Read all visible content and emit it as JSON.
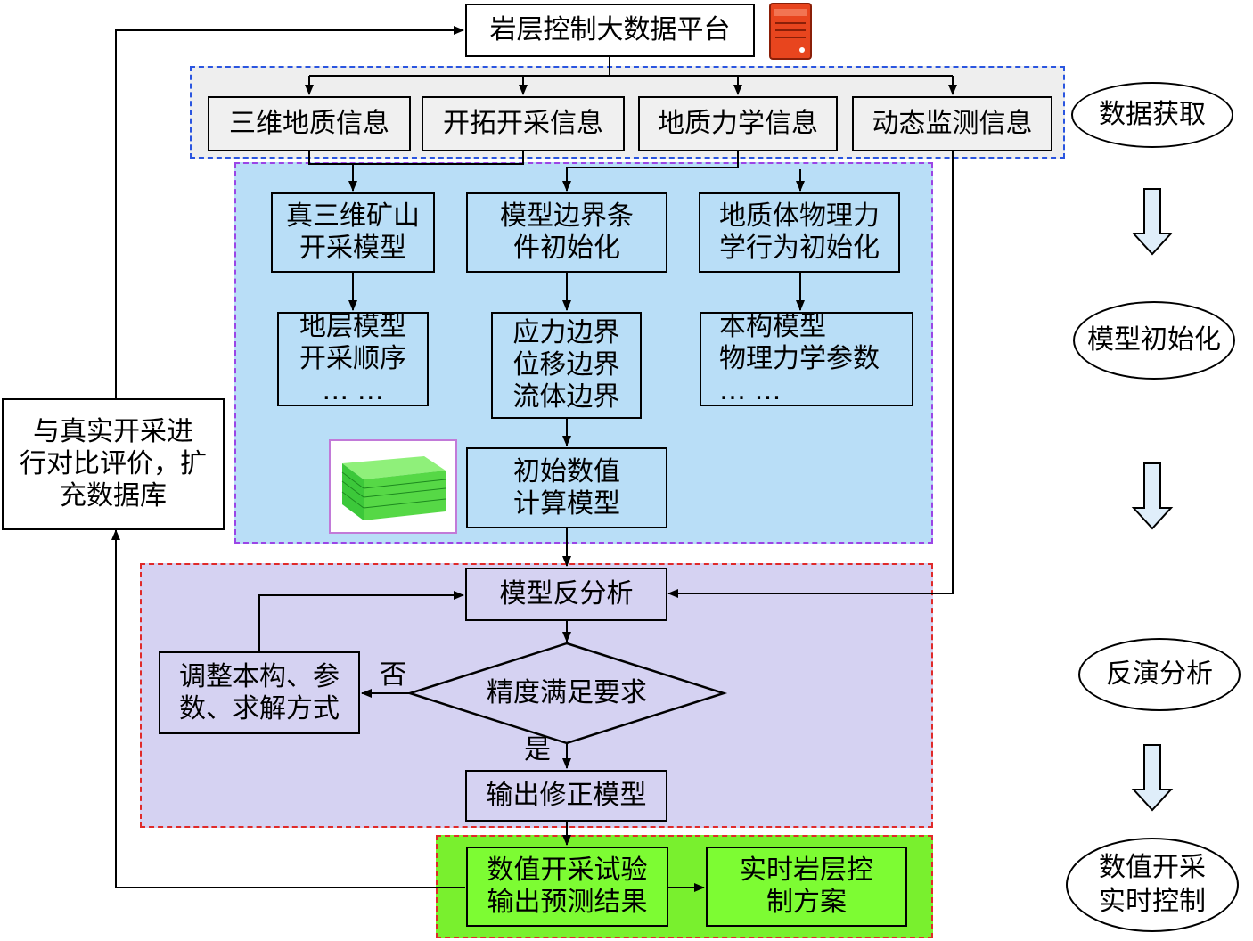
{
  "platform": {
    "label": "岩层控制大数据平台",
    "icon": "server-icon"
  },
  "info_sources": [
    "三维地质信息",
    "开拓开采信息",
    "地质力学信息",
    "动态监测信息"
  ],
  "init": {
    "boxes": [
      "真三维矿山\n开采模型",
      "模型边界条\n件初始化",
      "地质体物理力\n学行为初始化"
    ],
    "details": [
      "地层模型\n开采顺序\n… …",
      "应力边界\n位移边界\n流体边界",
      "本构模型\n物理力学参数\n… …"
    ],
    "initial_model": "初始数值\n计算模型",
    "thumbnail": "model-thumbnail"
  },
  "inversion": {
    "analysis": "模型反分析",
    "decision": "精度满足要求",
    "adjust": "调整本构、参\n数、求解方式",
    "no": "否",
    "yes": "是",
    "output": "输出修正模型"
  },
  "control": {
    "trial": "数值开采试验\n输出预测结果",
    "plan": "实时岩层控\n制方案"
  },
  "feedback": "与真实开采进\n行对比评价，扩\n充数据库",
  "stages": [
    "数据获取",
    "模型初始化",
    "反演分析",
    "数值开采\n实时控制"
  ],
  "colors": {
    "data_region_border": "#2a55e0",
    "init_region_border": "#9b45e6",
    "inversion_region_border": "#e02a2a",
    "control_region_border": "#e02a2a",
    "server_icon": "#e8451e",
    "stage_arrow_fill": "#dfeefa"
  }
}
